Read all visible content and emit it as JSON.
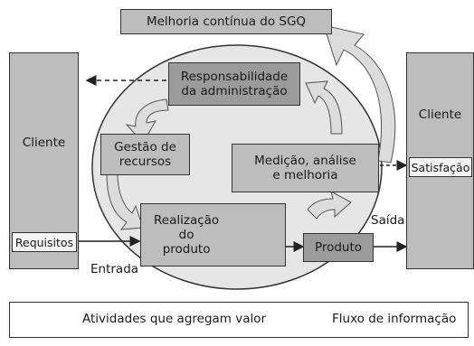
{
  "title": "Melhoria contínua do SGQ",
  "client_left": {
    "label": "Cliente",
    "input": "Requisitos"
  },
  "client_right": {
    "label": "Cliente",
    "output": "Satisfação"
  },
  "processes": {
    "management": "Responsabilidade\nda administração",
    "resources": "Gestão de\nrecursos",
    "measurement": "Medição, análise\ne melhoria",
    "realization": "Realização\ndo\nproduto",
    "product": "Produto"
  },
  "flow_labels": {
    "input": "Entrada",
    "output": "Saída"
  },
  "legend": {
    "value_adding": "Atividades que agregam valor",
    "information_flow": "Fluxo de informação"
  }
}
